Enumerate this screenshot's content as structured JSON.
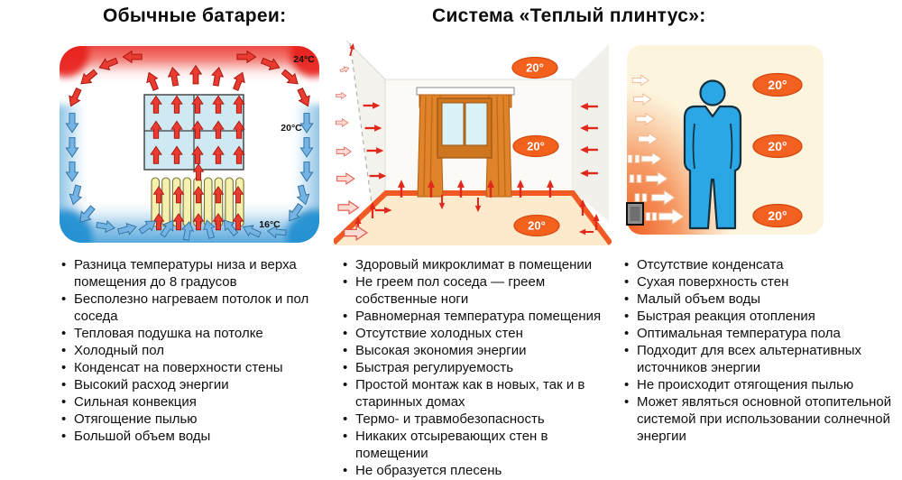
{
  "header": {
    "left_title": "Обычные батареи:",
    "right_title": "Система «Теплый плинтус»:"
  },
  "colors": {
    "hot_red": "#e81e19",
    "cold_blue": "#2e97d4",
    "accent_orange": "#f2611f",
    "floor_peach": "#fde9cb",
    "cream": "#fcf4dd",
    "person_blue": "#2aa7e4"
  },
  "radiator_diagram": {
    "temp_top": "24°C",
    "temp_middle": "20°C",
    "temp_bottom": "16°C"
  },
  "plinth_room_diagram": {
    "badges": [
      "20°",
      "20°",
      "20°"
    ]
  },
  "plinth_person_diagram": {
    "badges": [
      "20°",
      "20°",
      "20°"
    ]
  },
  "lists": {
    "bullet": "•",
    "left": {
      "items": [
        "Разница температуры низа и верха помещения до 8 градусов",
        "Бесполезно нагреваем потолок и пол соседа",
        "Тепловая подушка на потолке",
        "Холодный пол",
        "Конденсат на поверхности стены",
        "Высокий расход энергии",
        "Сильная конвекция",
        "Отягощение пылью",
        "Большой объем воды"
      ]
    },
    "middle": {
      "items": [
        "Здоровый микроклимат в помещении",
        "Не греем пол соседа — греем собственные ноги",
        "Равномерная температура помещения",
        "Отсутствие холодных стен",
        "Высокая экономия энергии",
        "Быстрая регулируемость",
        "Простой монтаж как в новых, так и в старинных домах",
        "Термо- и травмобезопасность",
        "Никаких отсыревающих стен в помещении",
        "Не образуется плесень"
      ]
    },
    "right": {
      "items": [
        "Отсутствие конденсата",
        "Сухая поверхность стен",
        "Малый объем воды",
        "Быстрая реакция отопления",
        "Оптимальная температура пола",
        "Подходит для всех альтернативных источников энергии",
        "Не происходит отягощения пылью",
        "Может являться основной отопительной системой при использовании солнечной энергии"
      ]
    }
  }
}
